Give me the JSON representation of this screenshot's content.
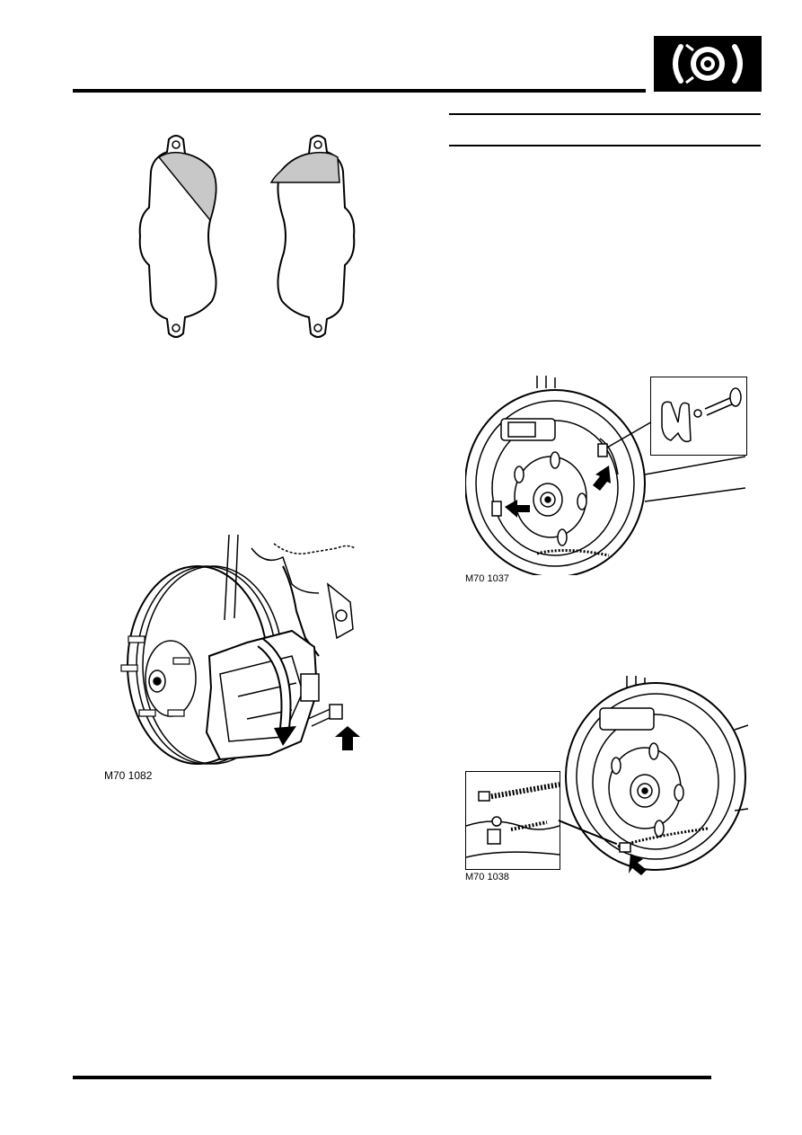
{
  "header": {
    "section_icon": "brake-disc-icon"
  },
  "figures": {
    "brake_pads": {
      "icon": "brake-pad-wear-diagram"
    },
    "front_caliper": {
      "caption": "M70 1082"
    },
    "rear_drum_clips": {
      "caption": "M70 1037"
    },
    "rear_drum_cable": {
      "caption": "M70 1038"
    }
  },
  "colors": {
    "ink": "#000000",
    "pad_wear_shade": "#c8c8c8",
    "paper": "#ffffff"
  }
}
